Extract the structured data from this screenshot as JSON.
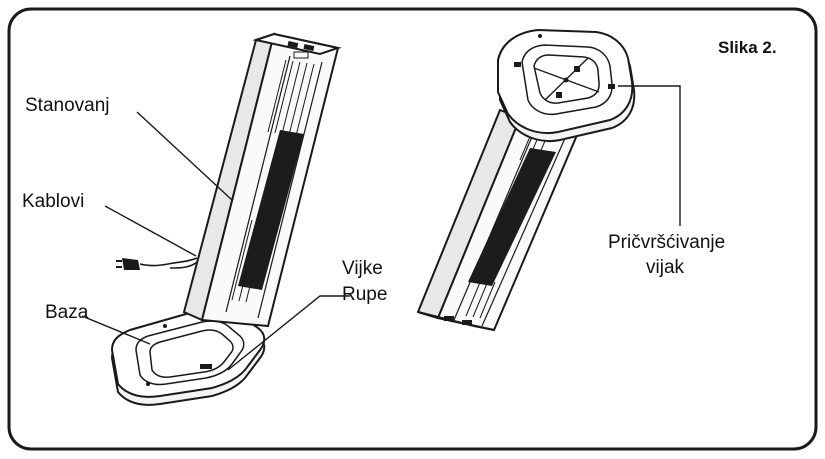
{
  "figure": {
    "title": "Slika 2.",
    "labels": {
      "housing": "Stanovanj",
      "cables": "Kablovi",
      "base": "Baza",
      "screw_holes_line1": "Vijke",
      "screw_holes_line2": "Rupe",
      "fixing_screw_line1": "Pričvršćivanje",
      "fixing_screw_line2": "vijak"
    }
  }
}
